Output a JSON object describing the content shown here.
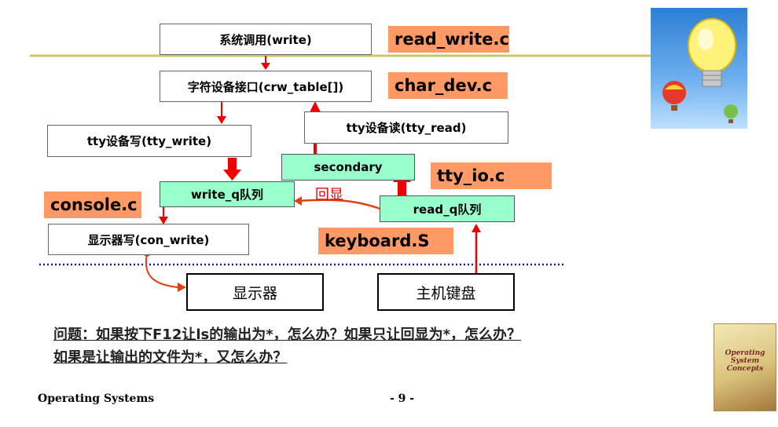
{
  "diagram": {
    "boxes": {
      "syscall": "系统调用(write)",
      "char_iface": "字符设备接口(crw_table[])",
      "tty_write": "tty设备写(tty_write)",
      "tty_read": "tty设备读(tty_read)",
      "secondary": "secondary",
      "write_q": "write_q队列",
      "read_q": "read_q队列",
      "con_write": "显示器写(con_write)",
      "display": "显示器",
      "keyboard": "主机键盘"
    },
    "files": {
      "read_write": "read_write.c",
      "char_dev": "char_dev.c",
      "tty_io": "tty_io.c",
      "console": "console.c",
      "keyboard_s": "keyboard.S"
    },
    "echo_label": "回显"
  },
  "question": "问题：如果按下F12让ls的输出为*，怎么办？如果只让回显为*，怎么办？如果是让输出的文件为*，又怎么办？",
  "footer": {
    "title": "Operating Systems",
    "page": "- 9 -"
  },
  "book": {
    "title": "Operating System Concepts"
  },
  "colors": {
    "arrow": "#ee0000",
    "green_box": "#99ffcc",
    "file_label": "#ff9966",
    "rule_line": "#c8c864",
    "dotted_line": "#1a1aa0"
  }
}
